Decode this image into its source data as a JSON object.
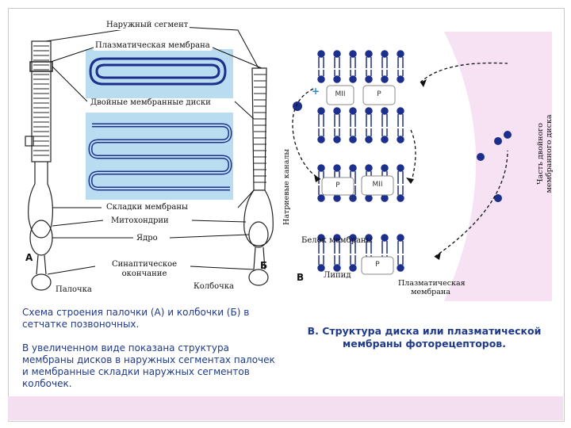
{
  "labels": {
    "outer_segment": "Наружный сегмент",
    "plasma_membrane": "Плазматическая мембрана",
    "double_discs": "Двойные мембранные диски",
    "membrane_folds": "Складки мембраны",
    "mitochondria": "Митохондрии",
    "nucleus": "Ядро",
    "synaptic_ending": "Синаптическое окончание",
    "rod": "Палочка",
    "cone": "Колбочка",
    "letter_a": "А",
    "letter_b": "Б",
    "letter_v": "В",
    "sodium_channels": "Натриевые каналы",
    "disc_part": "Часть двойного мембранного диска",
    "membrane_protein": "Белок мембраны",
    "lipid": "Липид",
    "plasma_membrane_right": "Плазматическая мембрана",
    "mii": "MII",
    "p": "P",
    "plus": "+"
  },
  "captions": {
    "left_1": "Схема строения палочки (А) и колбочки (Б) в сетчатке позвоночных.",
    "left_2": "В увеличенном виде показана структура мембраны дисков в наружных сегментах палочек и мембранные складки наружных сегментов колбочек.",
    "right": "В. Структура диска или плазматической мембраны фоторецепторов."
  },
  "colors": {
    "inset_bg": "#b9dcf0",
    "membrane_blue": "#1d2f8c",
    "pink": "#f6e2f3",
    "caption_blue": "#1f3a8a"
  }
}
